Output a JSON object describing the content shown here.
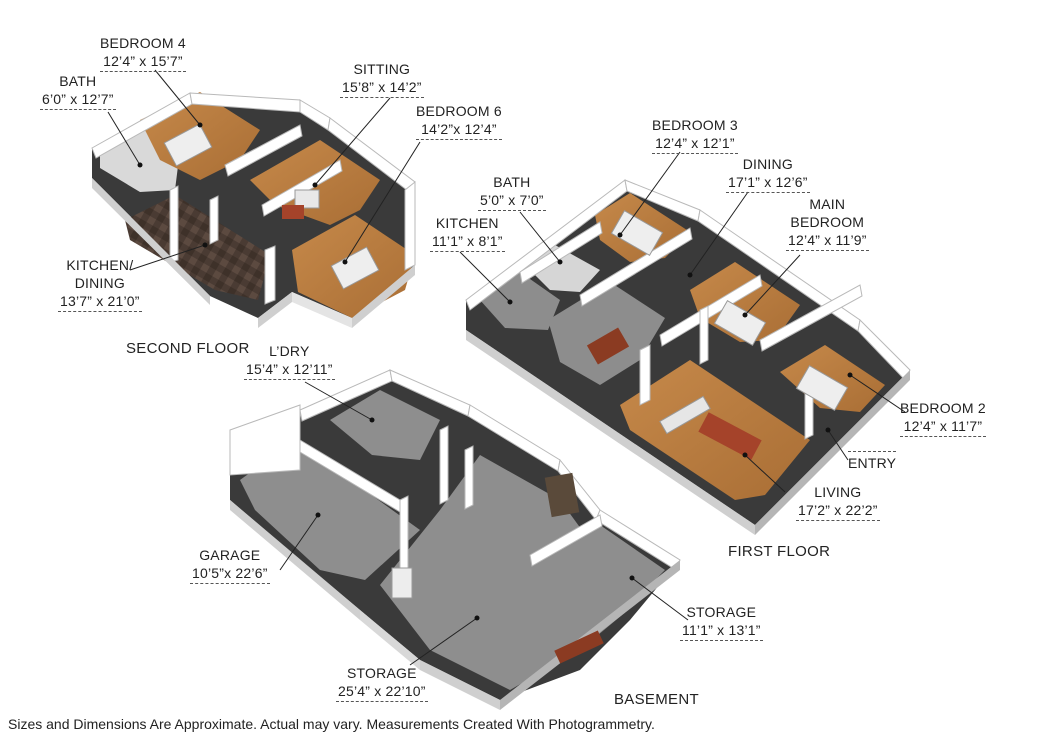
{
  "rooms": {
    "bedroom4": {
      "name": "BEDROOM 4",
      "dim": "12’4” x 15’7”"
    },
    "bath_upper": {
      "name": "BATH",
      "dim": "6’0” x 12’7”"
    },
    "sitting": {
      "name": "SITTING",
      "dim": "15’8” x 14’2”"
    },
    "bedroom6": {
      "name": "BEDROOM 6",
      "dim": "14’2”x 12’4”"
    },
    "kitchen_dining": {
      "name1": "KITCHEN/",
      "name2": "DINING",
      "dim": "13’7” x 21’0”"
    },
    "bedroom3": {
      "name": "BEDROOM 3",
      "dim": "12’4” x 12’1”"
    },
    "bath_main": {
      "name": "BATH",
      "dim": "5’0” x 7’0”"
    },
    "dining": {
      "name": "DINING",
      "dim": "17’1” x 12’6”"
    },
    "main_bedroom": {
      "name1": "MAIN",
      "name2": "BEDROOM",
      "dim": "12’4” x 11’9”"
    },
    "kitchen": {
      "name": "KITCHEN",
      "dim": "11’1” x 8’1”"
    },
    "laundry": {
      "name": "L’DRY",
      "dim": "15’4” x 12’11”"
    },
    "bedroom2": {
      "name": "BEDROOM 2",
      "dim": "12’4” x 11’7”"
    },
    "entry": {
      "name": "ENTRY"
    },
    "living": {
      "name": "LIVING",
      "dim": "17’2” x 22’2”"
    },
    "garage": {
      "name": "GARAGE",
      "dim": "10’5”x 22’6”"
    },
    "storage_small": {
      "name": "STORAGE",
      "dim": "11’1” x 13’1”"
    },
    "storage_large": {
      "name": "STORAGE",
      "dim": "25’4” x 22’10”"
    }
  },
  "floors": {
    "second": "SECOND FLOOR",
    "first": "FIRST FLOOR",
    "basement": "BASEMENT"
  },
  "disclaimer": "Sizes and Dimensions Are Approximate. Actual may vary. Measurements Created With Photogrammetry.",
  "colors": {
    "wood_floor": "#b87b3f",
    "concrete_floor": "#8e8e8e",
    "tile_floor": "#4a3b33",
    "wall": "#ffffff",
    "wall_shade": "#cfcfcf",
    "wall_edge": "#2a2a2a",
    "leader": "#222222"
  }
}
